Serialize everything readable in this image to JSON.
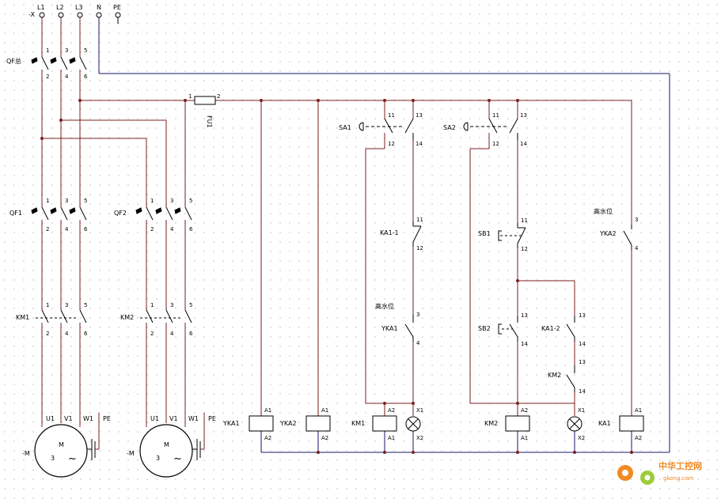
{
  "supply": {
    "x_label": "-X",
    "terminals": [
      "L1",
      "L2",
      "L3",
      "N",
      "PE"
    ]
  },
  "main_breaker": "QF总",
  "pins": {
    "p1": "1",
    "p2": "2",
    "p3": "3",
    "p4": "4",
    "p5": "5",
    "p6": "6",
    "p11": "11",
    "p12": "12",
    "p13": "13",
    "p14": "14"
  },
  "fuse": {
    "name": "FU1",
    "pin1": "1",
    "pin2": "2"
  },
  "motor_branch_1": {
    "breaker": "QF1",
    "contactor": "KM1"
  },
  "motor_branch_2": {
    "breaker": "QF2",
    "contactor": "KM2"
  },
  "motor": {
    "u": "U1",
    "v": "V1",
    "w": "W1",
    "pe": "PE",
    "tag": "-M",
    "m": "M",
    "phase": "3",
    "ac": "~"
  },
  "coils": {
    "a1": "A1",
    "a2": "A2",
    "x1": "X1",
    "x2": "X2",
    "yka1": "YKA1",
    "yka2": "YKA2",
    "km1": "KM1",
    "km2": "KM2",
    "ka1": "KA1"
  },
  "controls": {
    "sa1": "SA1",
    "sa2": "SA2",
    "ka1_1": "KA1-1",
    "ka1_2": "KA1-2",
    "high_level": "高水位",
    "yka1": "YKA1",
    "yka2": "YKA2",
    "sb1": "SB1",
    "sb2": "SB2",
    "km2": "KM2"
  },
  "watermark": {
    "cn": "中华工控网",
    "url": "gkong.com"
  },
  "colors": {
    "wire": "#7b2020",
    "neutral": "#1a1a6e",
    "symbol": "#000000",
    "dot": "#7b2020",
    "watermark": "#f08a24"
  }
}
